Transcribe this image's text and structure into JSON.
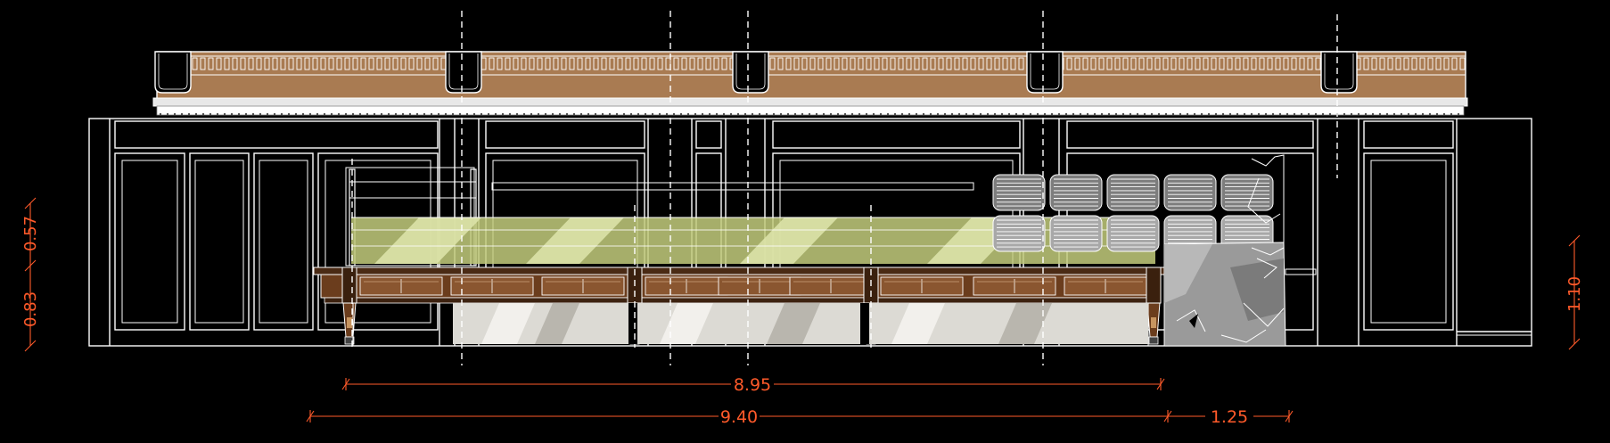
{
  "colors": {
    "background": "#000000",
    "line": "#ffffff",
    "dimension": "#ff5a2a",
    "cornice_wood": "#a97b52",
    "counter_wood": "#6b3d1d",
    "drawer_wood": "#8a5630",
    "glass": "#c3cc7c",
    "stone": "#9a9a9a"
  },
  "dimensions": {
    "counter_length": "8.95",
    "overall_length": "9.40",
    "side_length": "1.25",
    "left_height_lower": "0.83",
    "left_height_upper": "0.57",
    "right_height": "1.10"
  }
}
